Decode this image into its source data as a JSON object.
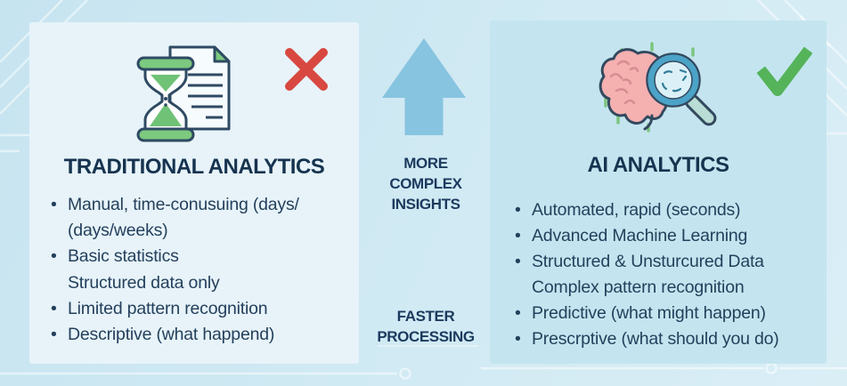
{
  "left_panel": {
    "title": "TRADITIONAL ANALYTICS",
    "icon": "hourglass-document-icon",
    "status_icon": "cross-icon",
    "bullets": [
      {
        "bullet": true,
        "text": "Manual, time-conusuing (days/"
      },
      {
        "bullet": false,
        "text": "(days/weeks)"
      },
      {
        "bullet": true,
        "text": "Basic statistics"
      },
      {
        "bullet": false,
        "text": "Structured data only"
      },
      {
        "bullet": true,
        "text": "Limited pattern recognition"
      },
      {
        "bullet": true,
        "text": "Descriptive (what happend)"
      }
    ]
  },
  "center": {
    "arrow_icon": "arrow-up-icon",
    "top_label": "MORE\nCOMPLEX\nINSIGHTS",
    "bottom_label": "FASTER\nPROCESSING"
  },
  "right_panel": {
    "title": "AI ANALYTICS",
    "icon": "brain-magnifier-icon",
    "status_icon": "check-icon",
    "bullets": [
      {
        "bullet": true,
        "text": "Automated, rapid (seconds)"
      },
      {
        "bullet": true,
        "text": "Advanced Machine Learning"
      },
      {
        "bullet": true,
        "text": "Structured & Unsturcured Data"
      },
      {
        "bullet": false,
        "text": "Complex pattern recognition"
      },
      {
        "bullet": true,
        "text": "Predictive (what might happen)"
      },
      {
        "bullet": true,
        "text": "Prescrptive (what should you do)"
      }
    ]
  },
  "colors": {
    "background": "#cfe9f3",
    "left_panel_bg": "#e7f3f9",
    "right_panel_bg": "#c4e5ef",
    "heading_text": "#16334f",
    "body_text": "#24405c",
    "arrow_blue": "#87c4e0",
    "cross_red": "#d84840",
    "check_green": "#55b35a",
    "icon_green": "#7cc97f",
    "icon_outline": "#2e4a63",
    "brain_pink": "#f5b0b0",
    "lens_blue": "#4ba3c7"
  },
  "bullet_glyph": "•"
}
